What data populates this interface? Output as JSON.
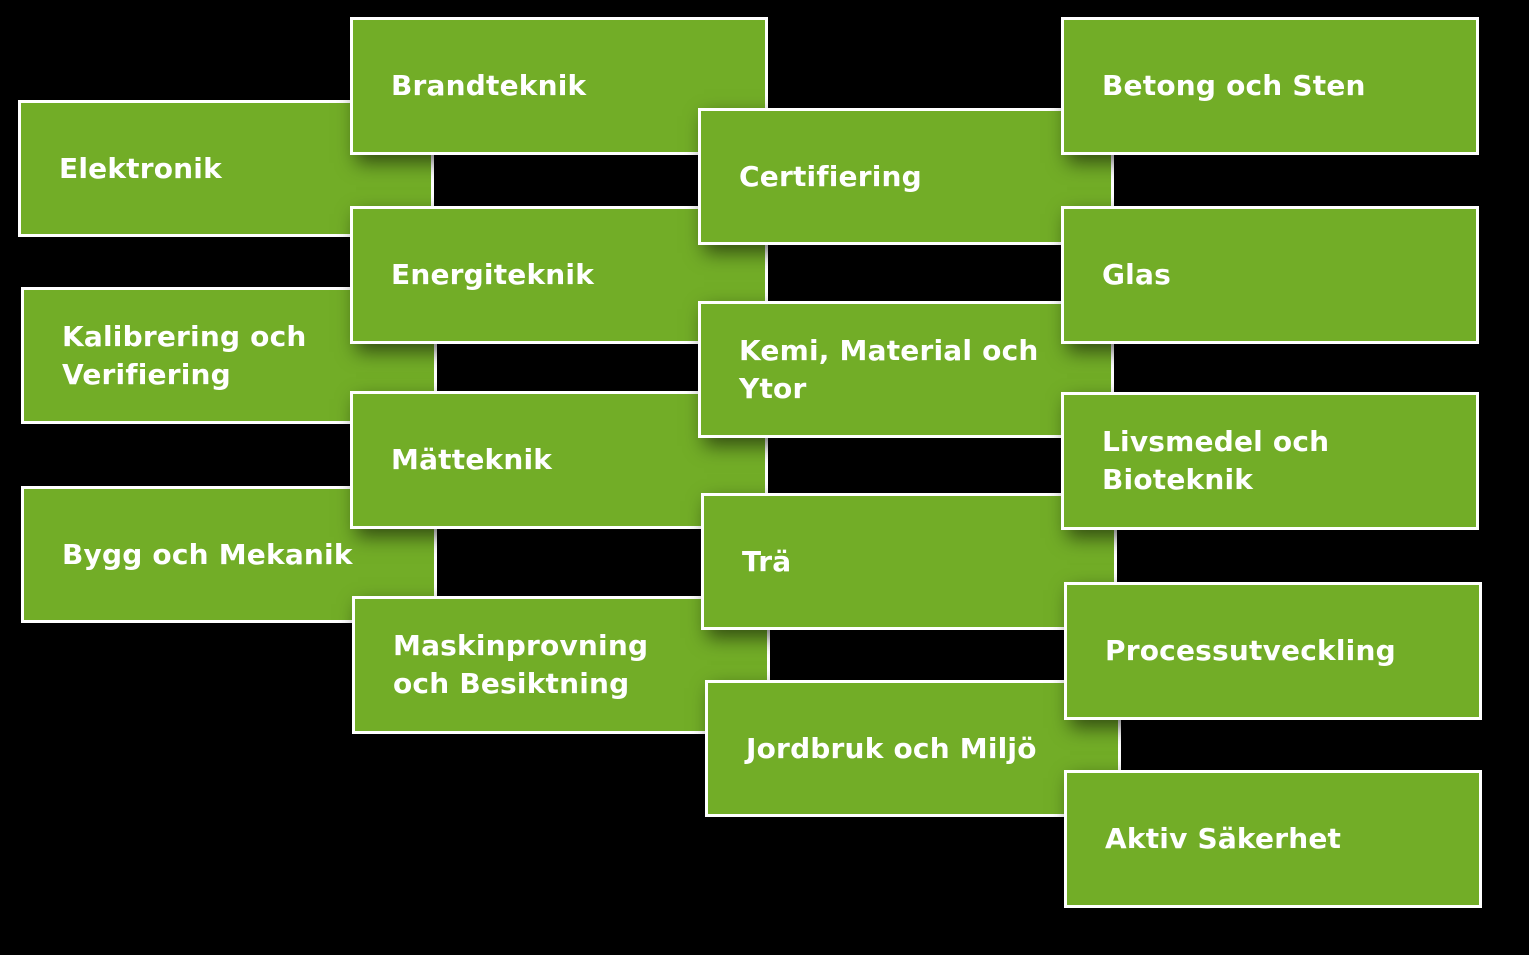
{
  "areas": [
    {
      "id": "elektronik",
      "label": "Elektronik"
    },
    {
      "id": "kalibrering",
      "label": "Kalibrering och\nVerifiering"
    },
    {
      "id": "bygg",
      "label": "Bygg och Mekanik"
    },
    {
      "id": "brandteknik",
      "label": "Brandteknik"
    },
    {
      "id": "energiteknik",
      "label": "Energiteknik"
    },
    {
      "id": "matteknik",
      "label": "Mätteknik"
    },
    {
      "id": "maskinprovning",
      "label": "Maskinprovning\noch Besiktning"
    },
    {
      "id": "certifiering",
      "label": "Certifiering"
    },
    {
      "id": "kemi",
      "label": "Kemi, Material och Ytor"
    },
    {
      "id": "tra",
      "label": "Trä"
    },
    {
      "id": "jordbruk",
      "label": "Jordbruk och Miljö"
    },
    {
      "id": "betong",
      "label": "Betong och Sten"
    },
    {
      "id": "glas",
      "label": "Glas"
    },
    {
      "id": "livsmedel",
      "label": "Livsmedel och\nBioteknik"
    },
    {
      "id": "processutveckling",
      "label": "Processutveckling"
    },
    {
      "id": "aktiv",
      "label": "Aktiv Säkerhet"
    }
  ],
  "colors": {
    "box_fill": "#72ad27",
    "box_border": "#ffffff",
    "text": "#ffffff",
    "background": "#000000"
  }
}
